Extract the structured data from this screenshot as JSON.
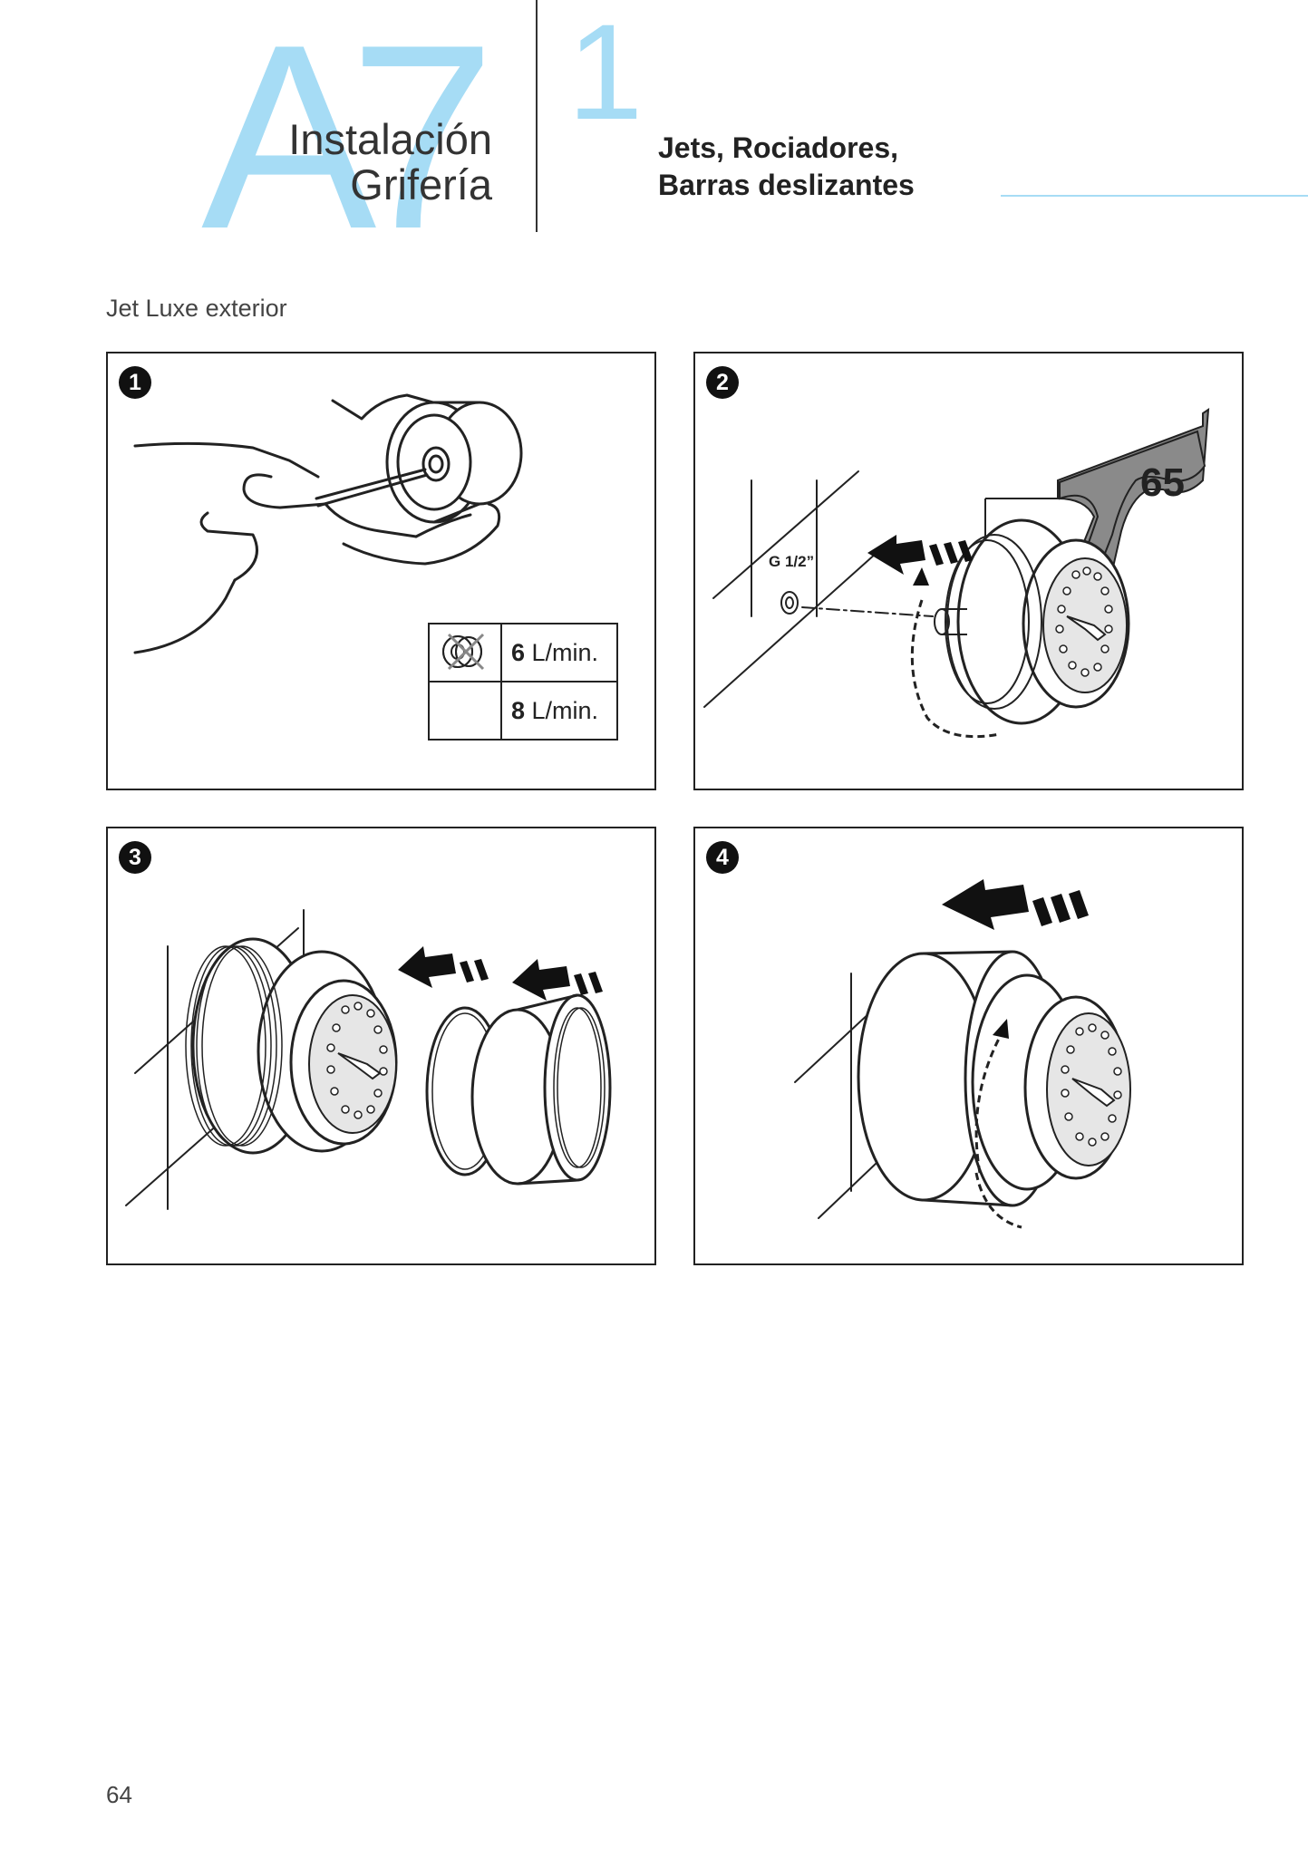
{
  "header": {
    "code": "A7",
    "line1": "Instalación",
    "line2": "Grifería",
    "chapter_number": "1",
    "section_title_line1": "Jets, Rociadores,",
    "section_title_line2": "Barras deslizantes"
  },
  "subtitle": "Jet Luxe exterior",
  "steps": [
    {
      "number": "1"
    },
    {
      "number": "2",
      "thread_label": "G 1/2”",
      "wrench_size": "65"
    },
    {
      "number": "3"
    },
    {
      "number": "4"
    }
  ],
  "flow_options": [
    {
      "value": "6",
      "unit": " L/min."
    },
    {
      "value": "8",
      "unit": " L/min."
    }
  ],
  "colors": {
    "accent": "#a6dcf5",
    "line": "#222222",
    "wrench": "#8a8a8a"
  },
  "page_number": "64"
}
